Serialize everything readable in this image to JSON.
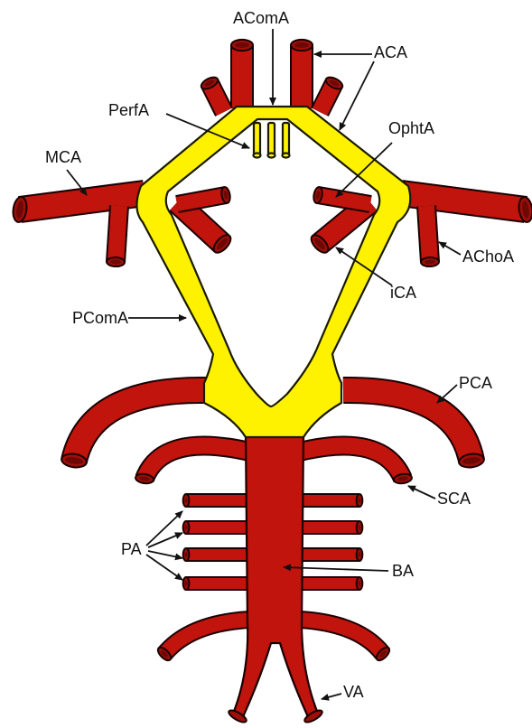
{
  "labels": {
    "acoma": "AComA",
    "aca": "ACA",
    "perfa": "PerfA",
    "ophta": "OphtA",
    "mca": "MCA",
    "achoa": "AChoA",
    "ica": "iCA",
    "pcoma": "PComA",
    "pca": "PCA",
    "sca": "SCA",
    "pa": "PA",
    "ba": "BA",
    "va": "VA"
  },
  "colors": {
    "artery": "#C1140D",
    "circle": "#FFF200",
    "outline": "#1a0000"
  }
}
